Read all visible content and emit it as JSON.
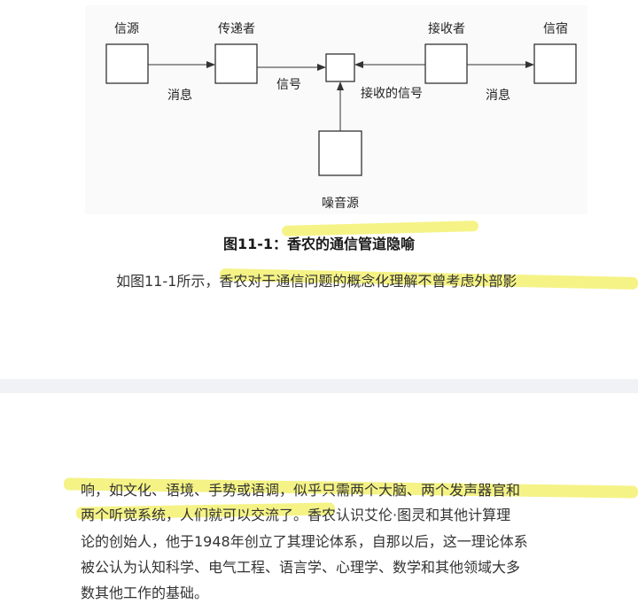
{
  "diagram": {
    "nodes": {
      "source": "信源",
      "transmitter": "传递者",
      "receiver": "接收者",
      "destination": "信宿",
      "noise": "噪音源"
    },
    "edges": {
      "message_left": "消息",
      "signal": "信号",
      "received_signal": "接收的信号",
      "message_right": "消息"
    }
  },
  "caption": "图11-1：香农的通信管道隐喻",
  "paragraph1": "如图11-1所示，香农对于通信问题的概念化理解不曾考虑外部影",
  "paragraph2": [
    "响，如文化、语境、手势或语调，似乎只需两个大脑、两个发声器官和",
    "两个听觉系统，人们就可以交流了。香农认识艾伦·图灵和其他计算理",
    "论的创始人，他于1948年创立了其理论体系，自那以后，这一理论体系",
    "被公认为认知科学、电气工程、语言学、心理学、数学和其他领域大多",
    "数其他工作的基础。"
  ],
  "highlight_color": "#f3f171"
}
